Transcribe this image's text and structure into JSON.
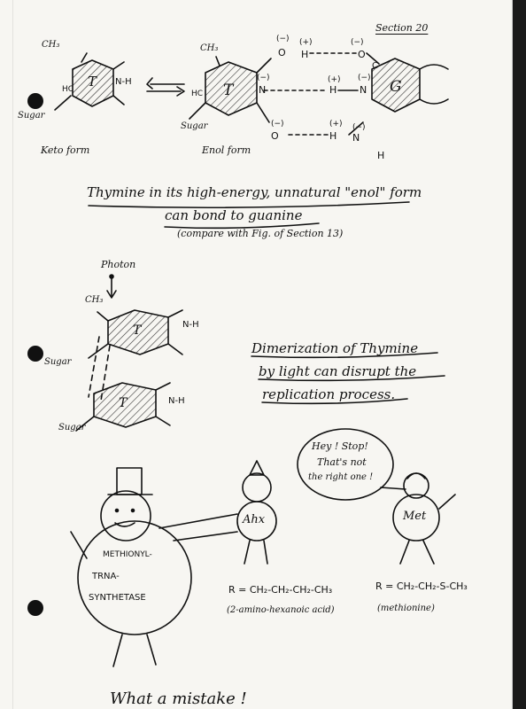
{
  "header": {
    "section_label": "Section 20"
  },
  "tautomer": {
    "keto_caption": "Keto form",
    "enol_caption": "Enol form",
    "ch3": "CH₃",
    "sugar": "Sugar",
    "nh": "N-H",
    "n": "N",
    "t": "T",
    "g": "G",
    "hc": "HC",
    "c_o": "C",
    "o": "O",
    "h": "H",
    "minus": "(−)",
    "plus": "(+)"
  },
  "caption_thymine": {
    "line1": "Thymine in its high-energy, unnatural \"enol\" form",
    "line2": "can bond to guanine",
    "line3": "(compare with Fig. of Section 13)"
  },
  "dimer": {
    "photon": "Photon",
    "ch3": "CH₃",
    "sugar_top": "Sugar",
    "sugar_bottom": "Sugar",
    "nh": "N-H",
    "t": "T"
  },
  "caption_dimer": {
    "line1": "Dimerization of Thymine",
    "line2": "by light can disrupt the",
    "line3": "replication process."
  },
  "cartoon": {
    "speech_line1": "Hey ! Stop!",
    "speech_line2": "That's not",
    "speech_line3": "the right one !",
    "ahx": "Ahx",
    "met": "Met",
    "enzyme_line1": "METHIONYL-",
    "enzyme_line2": "TRNA-",
    "enzyme_line3": "SYNTHETASE",
    "r_ahx": "R = CH₂-CH₂-CH₂-CH₃",
    "r_ahx_name": "(2-amino-hexanoic acid)",
    "r_met": "R = CH₂-CH₂-S-CH₃",
    "r_met_name": "(methionine)"
  },
  "footer": {
    "text": "What a mistake !"
  }
}
